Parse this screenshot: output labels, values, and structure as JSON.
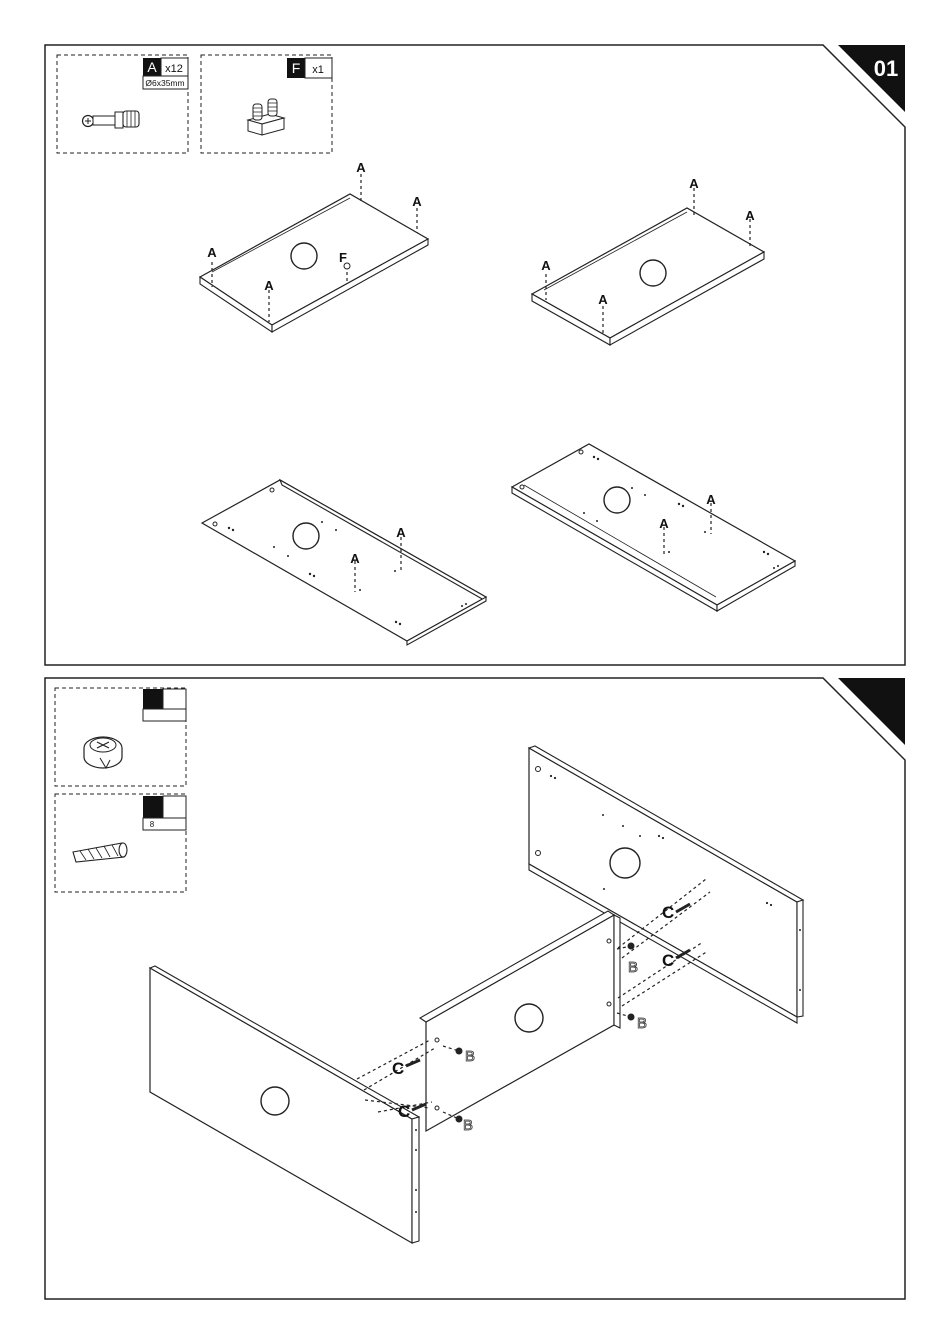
{
  "step1": {
    "number": "01",
    "parts": [
      {
        "letter": "A",
        "qty": "x12",
        "spec": "Ø6x35mm"
      },
      {
        "letter": "F",
        "qty": "x1"
      }
    ],
    "callouts": {
      "a": "A",
      "f": "F"
    }
  },
  "step2": {
    "number": "",
    "parts": [
      {
        "letter": "",
        "qty": ""
      },
      {
        "letter": "",
        "qty": "8"
      }
    ],
    "callouts": {
      "b": "B",
      "c": "C"
    }
  }
}
